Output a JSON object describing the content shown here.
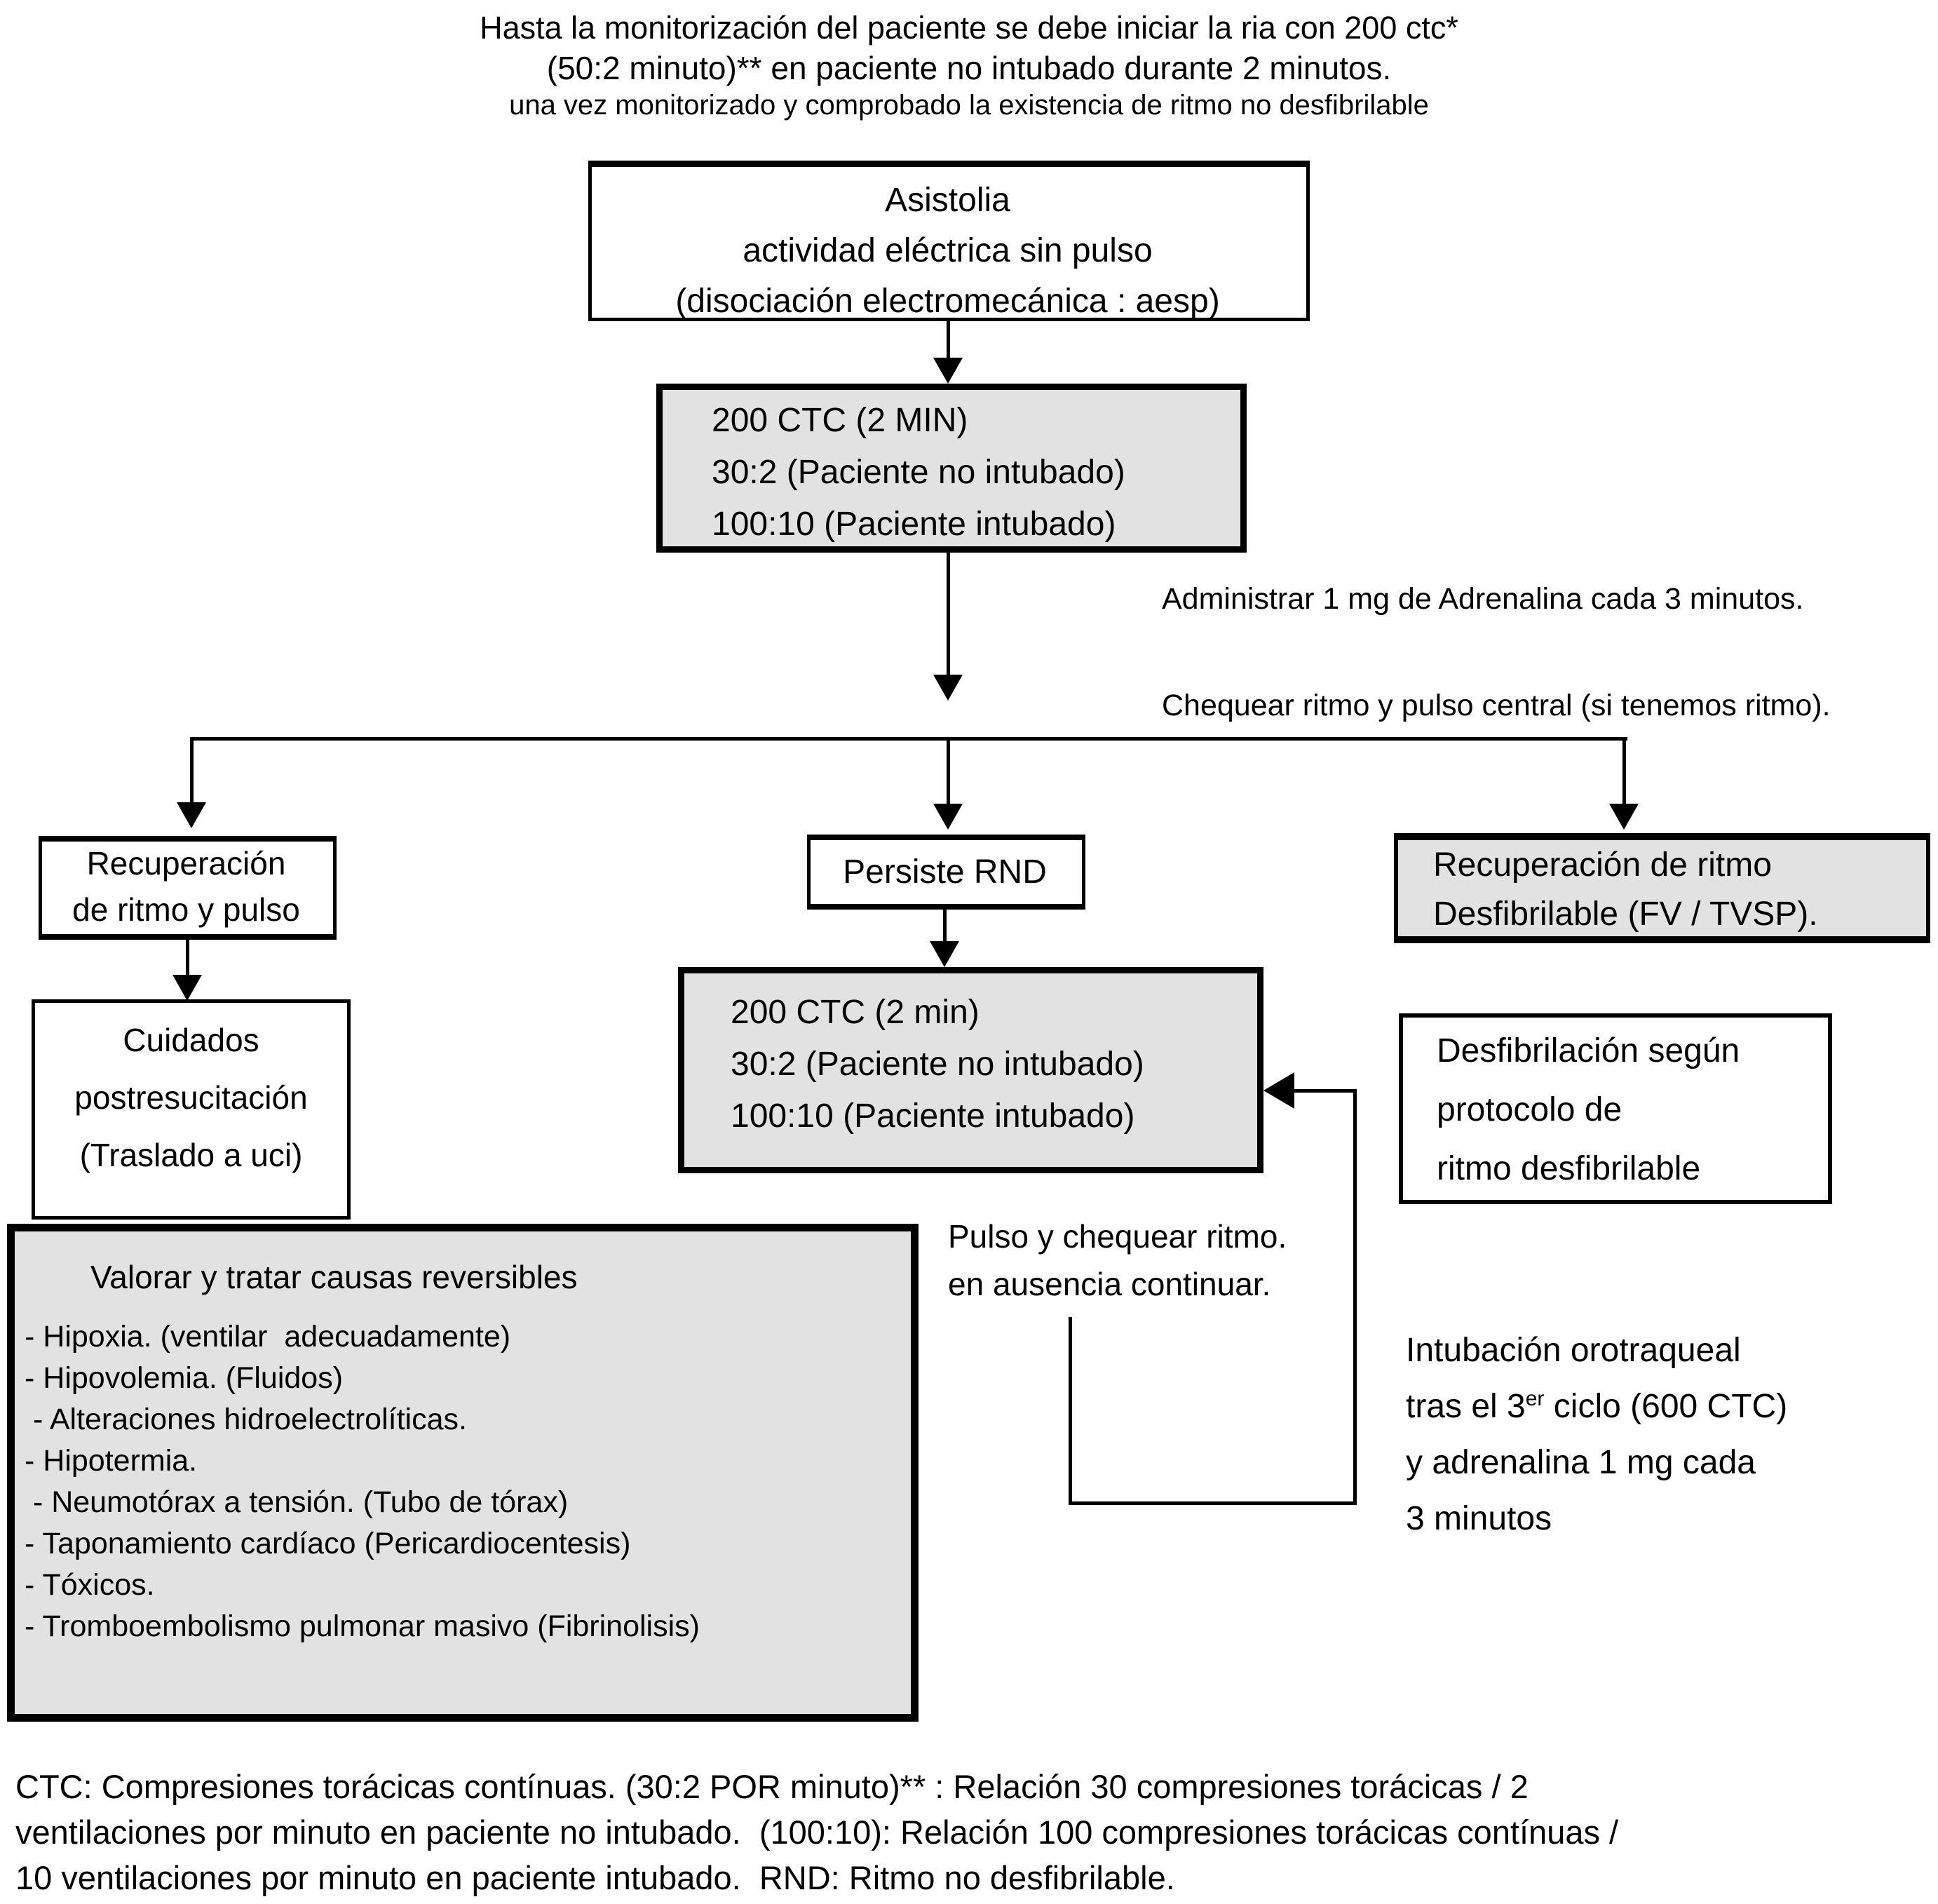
{
  "header": {
    "line1": "Hasta la monitorización del paciente se debe iniciar la ria con 200 ctc*",
    "line2": "(50:2 minuto)** en paciente no intubado durante 2 minutos.",
    "line3": "una vez monitorizado y comprobado la existencia de ritmo no desfibrilable"
  },
  "boxes": {
    "asistolia": {
      "line1": "Asistolia",
      "line2": "actividad eléctrica sin pulso",
      "line3": "(disociación electromecánica : aesp)"
    },
    "ctc_initial": {
      "line1": "200 CTC (2 MIN)",
      "line2": "30:2 (Paciente no intubado)",
      "line3": "100:10 (Paciente intubado)"
    },
    "recuperacion_pulso": {
      "line1": "Recuperación",
      "line2": "de ritmo y pulso"
    },
    "persiste_rnd": {
      "label": "Persiste RND"
    },
    "recuperacion_desfibrilable": {
      "line1": "Recuperación de ritmo",
      "line2": "Desfibrilable (FV / TVSP)."
    },
    "cuidados": {
      "line1": "Cuidados",
      "line2": "postresucitación",
      "line3": "(Traslado a uci)"
    },
    "ctc_repeat": {
      "line1": "200 CTC (2 min)",
      "line2": "30:2 (Paciente no intubado)",
      "line3": "100:10 (Paciente intubado)"
    },
    "desfibrilacion": {
      "line1": "Desfibrilación según",
      "line2": "protocolo de",
      "line3": "ritmo desfibrilable"
    },
    "valorar": {
      "title": "Valorar y tratar causas reversibles",
      "items": [
        "- Hipoxia. (ventilar  adecuadamente)",
        "- Hipovolemia. (Fluidos)",
        " - Alteraciones hidroelectrolíticas.",
        "- Hipotermia.",
        " - Neumotórax a tensión. (Tubo de tórax)",
        "- Taponamiento cardíaco (Pericardiocentesis)",
        "- Tóxicos.",
        "- Tromboembolismo pulmonar masivo (Fibrinolisis)"
      ]
    }
  },
  "annotations": {
    "adrenalina": "Administrar 1 mg de Adrenalina cada 3 minutos.",
    "chequear": "Chequear ritmo y pulso central (si tenemos ritmo).",
    "pulso_line1": "Pulso y chequear ritmo.",
    "pulso_line2": "en ausencia continuar.",
    "intubacion_line1": "Intubación orotraqueal",
    "intubacion_line2_pre": "tras el 3",
    "intubacion_line2_sup": "er",
    "intubacion_line2_post": " ciclo (600 CTC)",
    "intubacion_line3": "y adrenalina 1 mg cada",
    "intubacion_line4": "3 minutos"
  },
  "footer": {
    "line1": "CTC: Compresiones torácicas contínuas. (30:2 POR minuto)** : Relación 30 compresiones torácicas / 2",
    "line2": "ventilaciones por minuto en paciente no intubado.  (100:10): Relación 100 compresiones torácicas contínuas /",
    "line3": "10 ventilaciones por minuto en paciente intubado.  RND: Ritmo no desfibrilable."
  },
  "colors": {
    "gray_fill": "#e2e2e2",
    "line": "#000000"
  }
}
